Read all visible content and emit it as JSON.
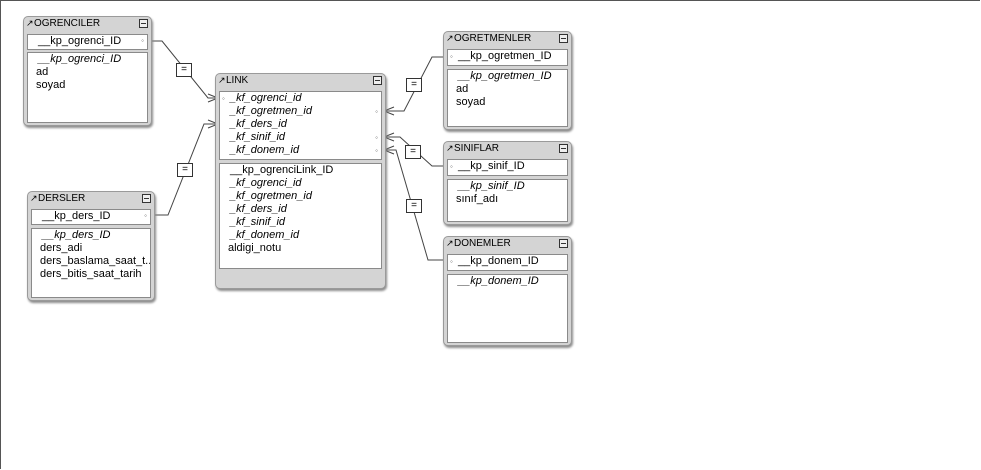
{
  "tables": {
    "ogrenciler": {
      "title": "OGRENCILER",
      "match_field": "__kp_ogrenci_ID",
      "fields": [
        "__kp_ogrenci_ID",
        "ad",
        "soyad"
      ]
    },
    "dersler": {
      "title": "DERSLER",
      "match_field": "__kp_ders_ID",
      "fields": [
        "__kp_ders_ID",
        "ders_adi",
        "ders_baslama_saat_t...",
        "ders_bitis_saat_tarih"
      ]
    },
    "link": {
      "title": "LINK",
      "match_fields": [
        "_kf_ogrenci_id",
        "_kf_ogretmen_id",
        "_kf_ders_id",
        "_kf_sinif_id",
        "_kf_donem_id"
      ],
      "fields": [
        "__kp_ogrenciLink_ID",
        "_kf_ogrenci_id",
        "_kf_ogretmen_id",
        "_kf_ders_id",
        "_kf_sinif_id",
        "_kf_donem_id",
        "aldigi_notu"
      ]
    },
    "ogretmenler": {
      "title": "OGRETMENLER",
      "match_field": "__kp_ogretmen_ID",
      "fields": [
        "__kp_ogretmen_ID",
        "ad",
        "soyad"
      ]
    },
    "siniflar": {
      "title": "SINIFLAR",
      "match_field": "__kp_sinif_ID",
      "fields": [
        "__kp_sinif_ID",
        "sınıf_adı"
      ]
    },
    "donemler": {
      "title": "DONEMLER",
      "match_field": "__kp_donem_ID",
      "fields": [
        "__kp_donem_ID"
      ]
    }
  },
  "relationship_symbol": "="
}
